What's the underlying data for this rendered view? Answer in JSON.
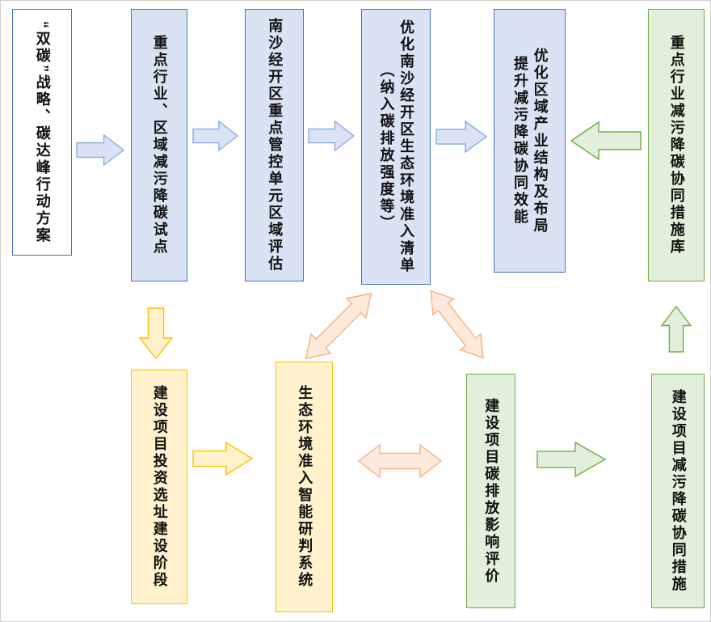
{
  "nodes": {
    "box1": {
      "text": "“双碳”战略、碳达峰行动方案"
    },
    "box2": {
      "text": "重点行业、区域减污降碳试点"
    },
    "box3": {
      "text": "南沙经开区重点管控单元区域评估"
    },
    "box4": {
      "line1": "优化南沙经开区生态环境准入清单",
      "line2": "（纳入碳排放强度等）"
    },
    "box5": {
      "line1": "优化区域产业结构及布局",
      "line2": "提升减污降碳协同效能"
    },
    "box6": {
      "text": "重点行业减污降碳协同措施库"
    },
    "boxA": {
      "text": "建设项目投资选址建设阶段"
    },
    "boxB": {
      "text": "生态环境准入智能研判系统"
    },
    "boxC": {
      "text": "建设项目碳排放影响评价"
    },
    "boxD": {
      "text": "建设项目减污降碳协同措施"
    }
  },
  "colors": {
    "white_fill": "#ffffff",
    "blue_fill": "#dae3f3",
    "blue_border": "#4472c4",
    "blue_arrow_border": "#8faadc",
    "green_fill": "#e2efda",
    "green_border": "#70ad47",
    "yellow_fill": "#fff2cc",
    "yellow_border": "#ffc000",
    "orange_fill": "#fdeada",
    "orange_border": "#f4b183",
    "text_color": "#111111"
  }
}
